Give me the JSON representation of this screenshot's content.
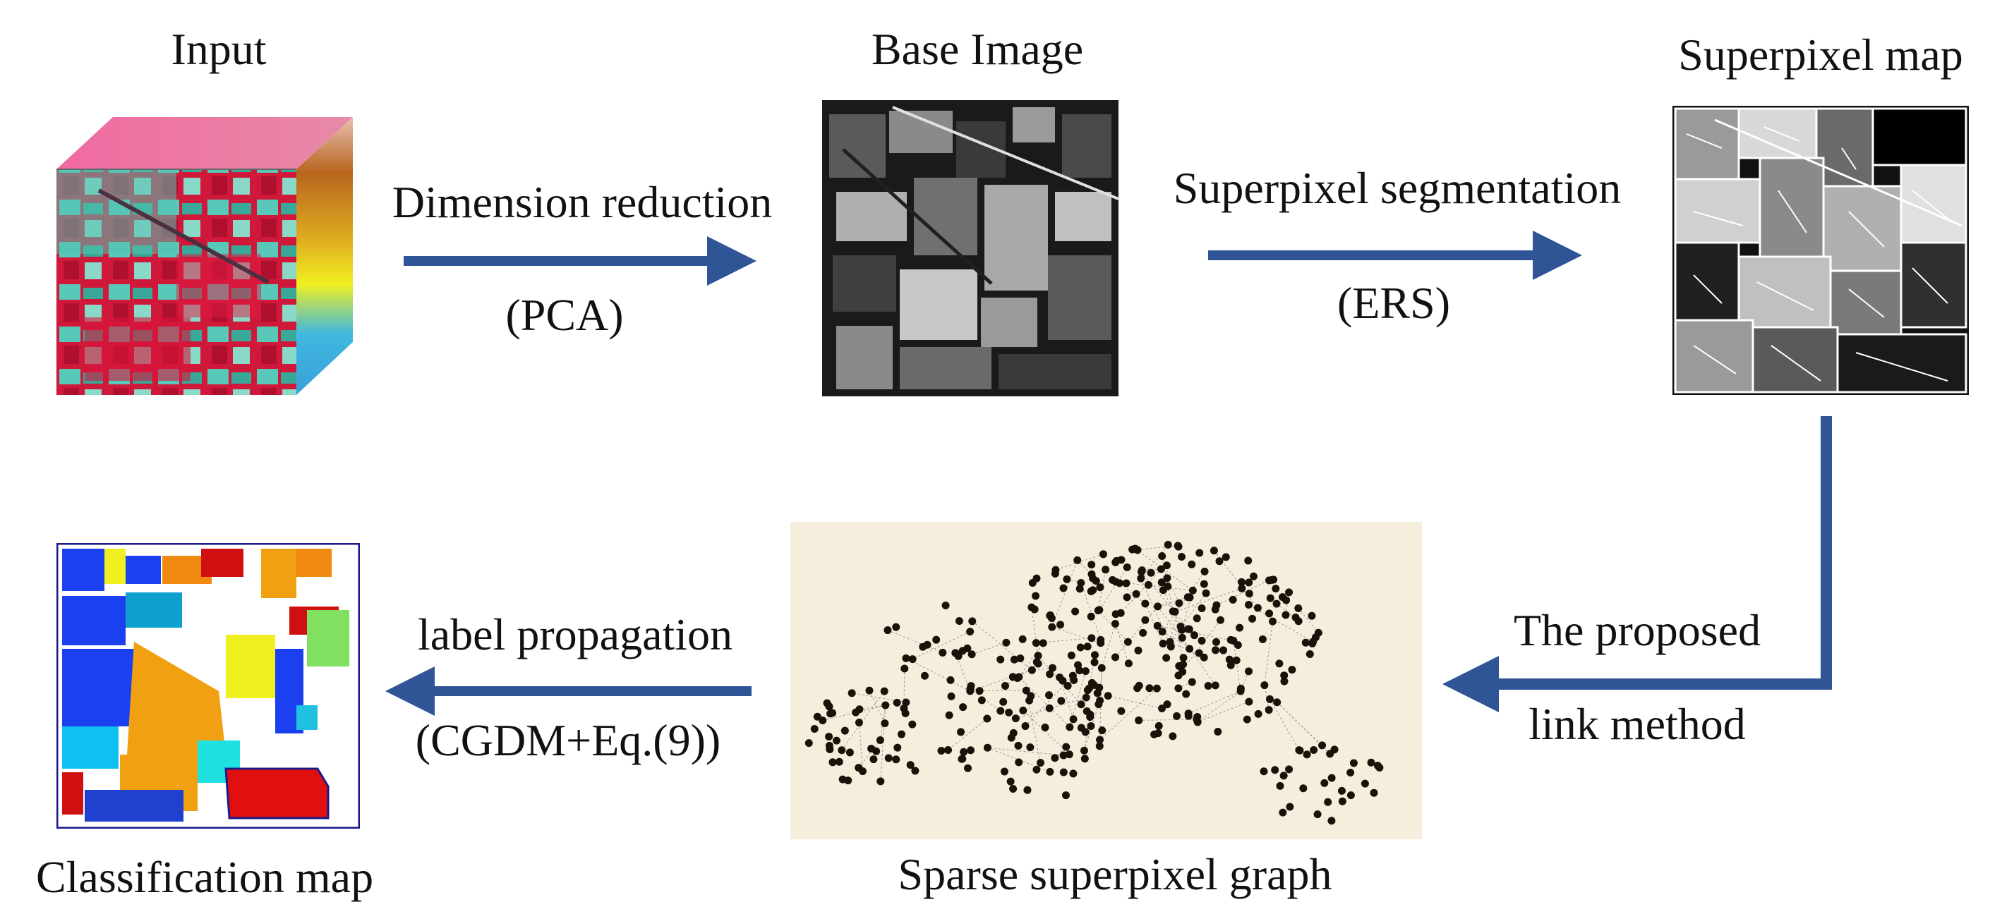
{
  "nodes": {
    "input": {
      "title": "Input"
    },
    "base_image": {
      "title": "Base Image"
    },
    "superpixel_map": {
      "title": "Superpixel map"
    },
    "sparse_graph": {
      "title": "Sparse superpixel graph"
    },
    "classification_map": {
      "title": "Classification map"
    }
  },
  "edges": {
    "dimension_reduction": {
      "label": "Dimension reduction",
      "sublabel": "(PCA)"
    },
    "superpixel_segmentation": {
      "label": "Superpixel segmentation",
      "sublabel": "(ERS)"
    },
    "link_method": {
      "label": "The proposed",
      "sublabel": "link method"
    },
    "label_propagation": {
      "label": "label propagation",
      "sublabel": "(CGDM+Eq.(9))"
    }
  },
  "colors": {
    "arrow": "#2f5597",
    "graph_background": "#f5eedc",
    "graph_node": "#1a1208"
  }
}
